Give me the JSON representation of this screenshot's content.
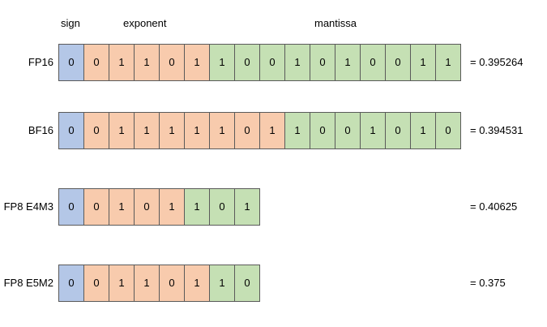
{
  "headers": {
    "sign": "sign",
    "exponent": "exponent",
    "mantissa": "mantissa"
  },
  "colors": {
    "sign": "#b4c7e7",
    "exponent": "#f8cbad",
    "mantissa": "#c5e0b4"
  },
  "formats": [
    {
      "label": "FP16",
      "sign": "0",
      "exponent": [
        "0",
        "1",
        "1",
        "0",
        "1"
      ],
      "mantissa": [
        "1",
        "0",
        "0",
        "1",
        "0",
        "1",
        "0",
        "0",
        "1",
        "1"
      ],
      "value": "= 0.395264"
    },
    {
      "label": "BF16",
      "sign": "0",
      "exponent": [
        "0",
        "1",
        "1",
        "1",
        "1",
        "1",
        "0",
        "1"
      ],
      "mantissa": [
        "1",
        "0",
        "0",
        "1",
        "0",
        "1",
        "0"
      ],
      "value": "= 0.394531"
    },
    {
      "label": "FP8 E4M3",
      "sign": "0",
      "exponent": [
        "0",
        "1",
        "0",
        "1"
      ],
      "mantissa": [
        "1",
        "0",
        "1"
      ],
      "value": "= 0.40625"
    },
    {
      "label": "FP8 E5M2",
      "sign": "0",
      "exponent": [
        "0",
        "1",
        "1",
        "0",
        "1"
      ],
      "mantissa": [
        "1",
        "0"
      ],
      "value": "= 0.375"
    }
  ]
}
